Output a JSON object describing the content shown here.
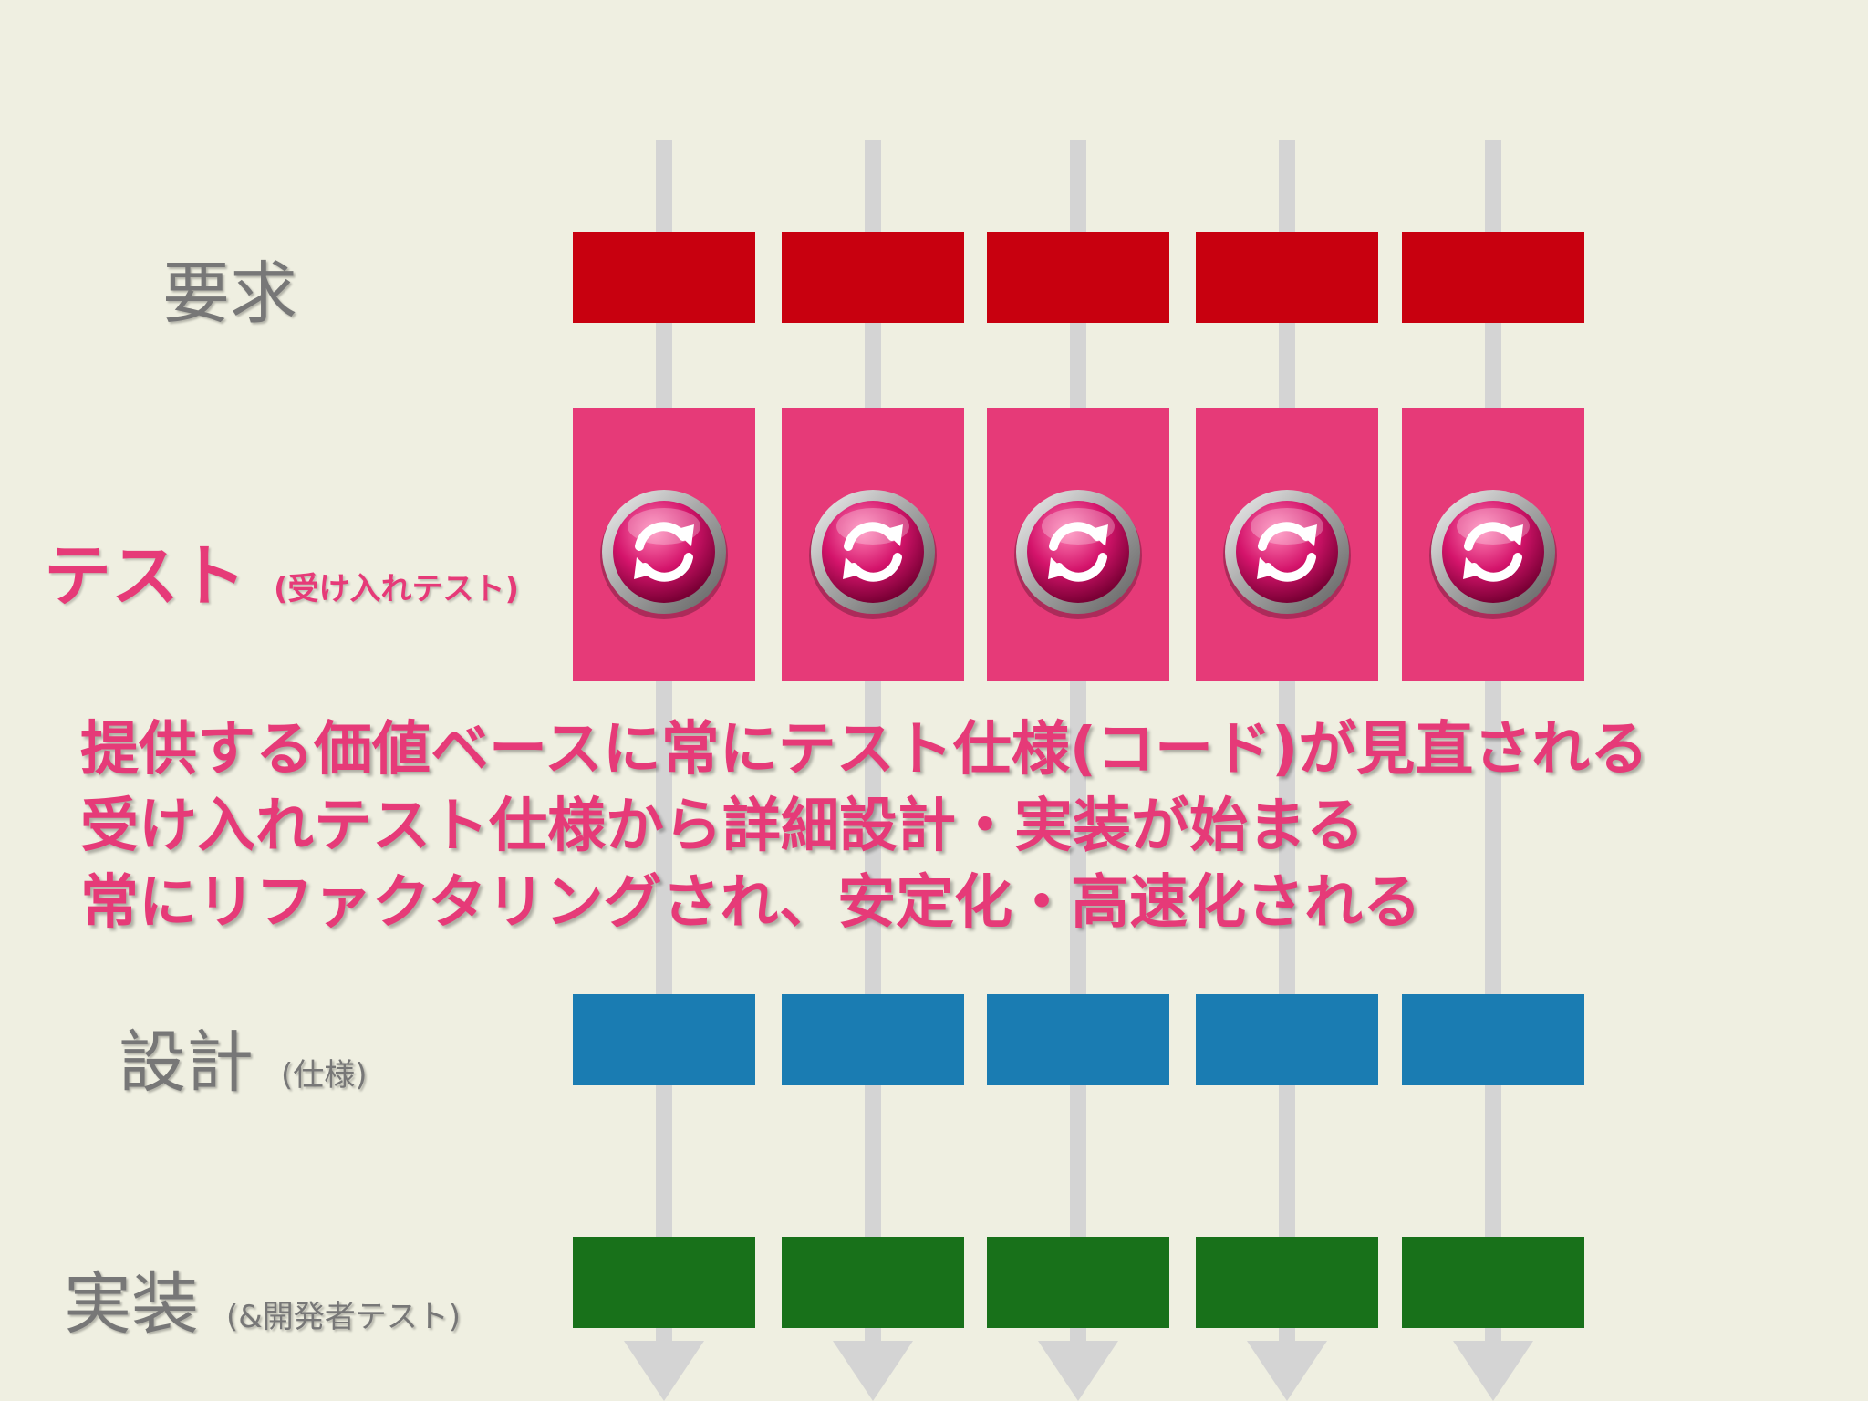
{
  "rows": {
    "requirements": {
      "label": "要求",
      "sub": "",
      "color": "#c8000f"
    },
    "test": {
      "label": "テスト",
      "sub": "(受け入れテスト)",
      "color": "#e63a78"
    },
    "design": {
      "label": "設計",
      "sub": "(仕様)",
      "color": "#1a7cb2"
    },
    "implementation": {
      "label": "実装",
      "sub": "(&開発者テスト)",
      "color": "#18711a"
    }
  },
  "column_count": 5,
  "arrow_color": "#d4d4d4",
  "test_icon": "refresh-icon",
  "notes": [
    "提供する価値ベースに常にテスト仕様(コード)が見直される",
    "受け入れテスト仕様から詳細設計・実装が始まる",
    "常にリファクタリングされ、安定化・高速化される"
  ]
}
